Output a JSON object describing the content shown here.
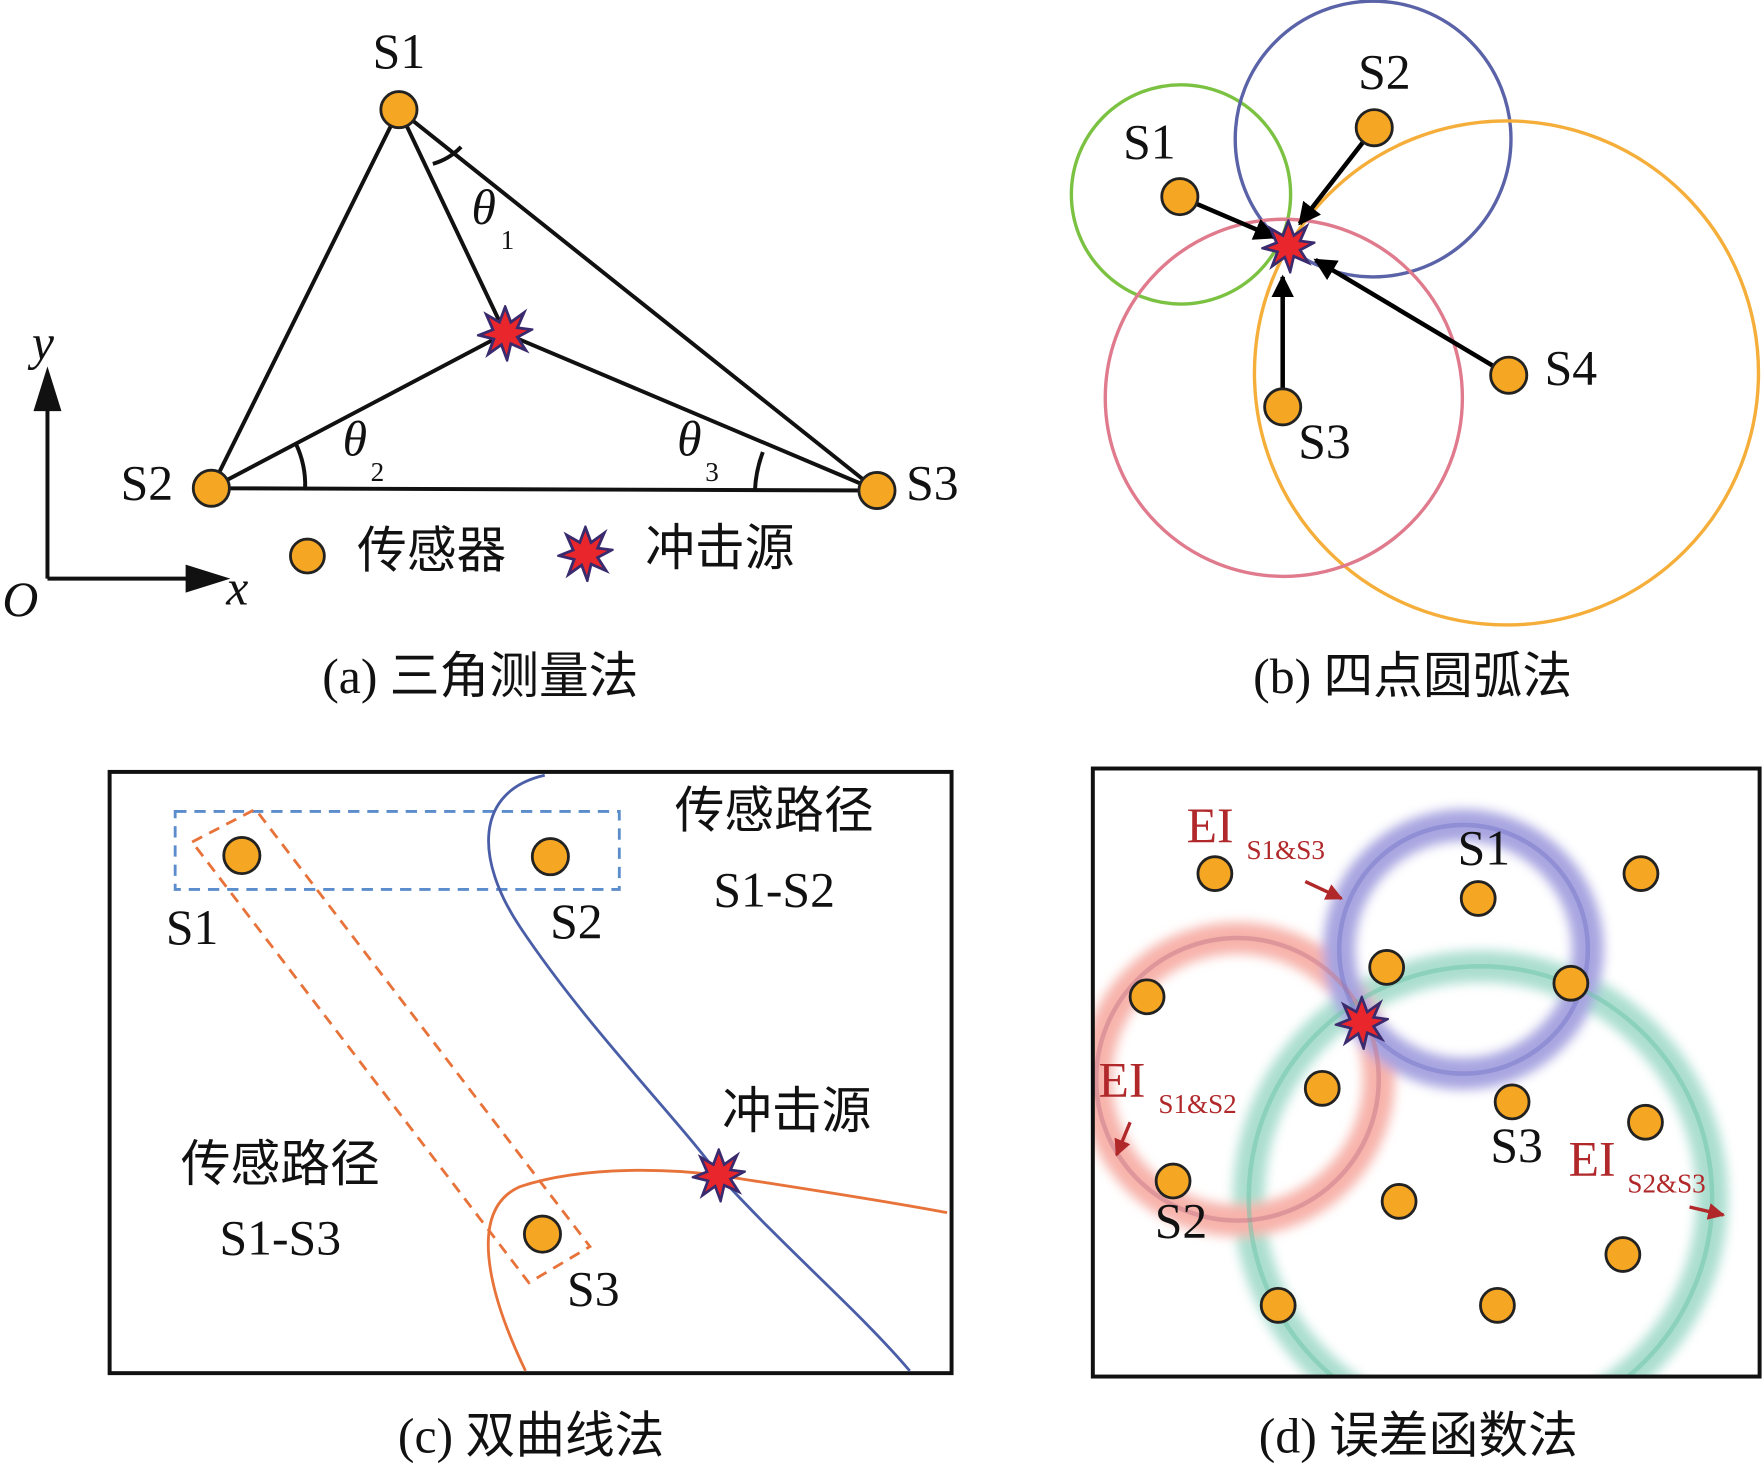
{
  "colors": {
    "sensor": "#f5a623",
    "star": "#e8262b",
    "green": "#7cc242",
    "blue": "#5b63a8",
    "orange": "#f5ae3a",
    "pink": "#e07a8d",
    "hyper_blue": "#4a5ea8",
    "hyper_orange": "#e8733a",
    "ei_red": "#b0282a"
  },
  "panel_a": {
    "caption": "(a) 三角测量法",
    "s1": "S1",
    "s2": "S2",
    "s3": "S3",
    "theta": "θ",
    "theta1_sub": "1",
    "theta2_sub": "2",
    "theta3_sub": "3",
    "axis_y": "y",
    "axis_x": "x",
    "origin": "O",
    "legend_sensor": "传感器",
    "legend_source": "冲击源"
  },
  "panel_b": {
    "caption": "(b) 四点圆弧法",
    "s1": "S1",
    "s2": "S2",
    "s3": "S3",
    "s4": "S4"
  },
  "panel_c": {
    "caption": "(c) 双曲线法",
    "s1": "S1",
    "s2": "S2",
    "s3": "S3",
    "path12_title": "传感路径",
    "path12_name": "S1-S2",
    "path13_title": "传感路径",
    "path13_name": "S1-S3",
    "source": "冲击源"
  },
  "panel_d": {
    "caption": "(d) 误差函数法",
    "s1": "S1",
    "s2": "S2",
    "s3": "S3",
    "ei": "EI",
    "ei13_sub": "S1&S3",
    "ei12_sub": "S1&S2",
    "ei23_sub": "S2&S3"
  }
}
